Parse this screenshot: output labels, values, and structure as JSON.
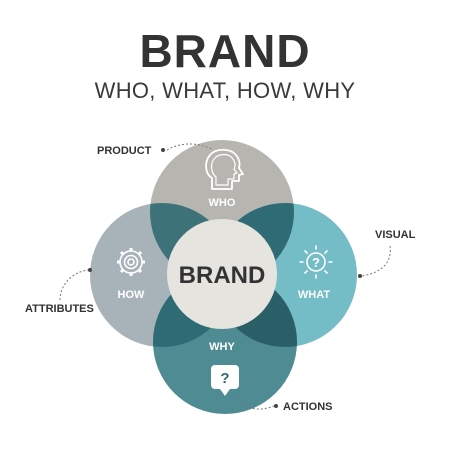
{
  "header": {
    "title": "BRAND",
    "subtitle": "WHO, WHAT, HOW, WHY"
  },
  "diagram": {
    "center_label": "BRAND",
    "circles": [
      {
        "label": "WHO",
        "icon": "head-profile-icon",
        "callout": "PRODUCT",
        "color": "#b7b5b0"
      },
      {
        "label": "WHAT",
        "icon": "question-bulb-icon",
        "callout": "VISUAL",
        "color": "#74bcc6"
      },
      {
        "label": "HOW",
        "icon": "gear-icon",
        "callout": "ATTRIBUTES",
        "color": "#a7b3b9"
      },
      {
        "label": "WHY",
        "icon": "question-speech-bubble-icon",
        "callout": "ACTIONS",
        "color": "#4f8b93"
      }
    ],
    "center_color": "#e6e4df",
    "overlap_color": "#2e6b74"
  }
}
